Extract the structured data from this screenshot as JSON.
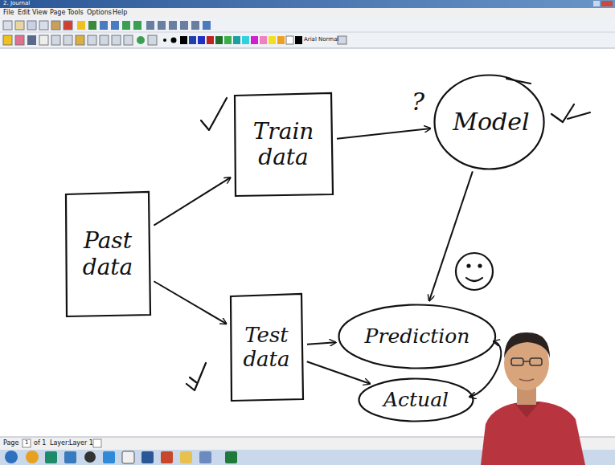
{
  "diagram": {
    "nodes": [
      {
        "text": [
          "Past data"
        ]
      },
      {
        "text": [
          "Train data"
        ]
      },
      {
        "text": [
          "Model"
        ]
      },
      {
        "text": [
          "Test data"
        ]
      },
      {
        "text": [
          "Prediction"
        ]
      },
      {
        "text": [
          "Actual"
        ]
      }
    ],
    "edges": [
      {
        "from": 0,
        "to": 1,
        "arrow": "to"
      },
      {
        "from": 0,
        "to": 3,
        "arrow": "to"
      },
      {
        "from": 1,
        "to": 2,
        "arrow": "to"
      },
      {
        "from": 2,
        "to": 4,
        "arrow": "to"
      },
      {
        "from": 3,
        "to": 4,
        "arrow": "to"
      },
      {
        "from": 3,
        "to": 5,
        "arrow": "to"
      },
      {
        "from": 5,
        "to": 4,
        "arrow": "both"
      }
    ],
    "labels": [
      "?",
      "2. Journal",
      "File",
      "Edit",
      "View",
      "Page",
      "Tools",
      "Options",
      "Help",
      "Arial Normal",
      "Page",
      "1",
      "of 1",
      "Layer:",
      "Layer 1"
    ]
  }
}
